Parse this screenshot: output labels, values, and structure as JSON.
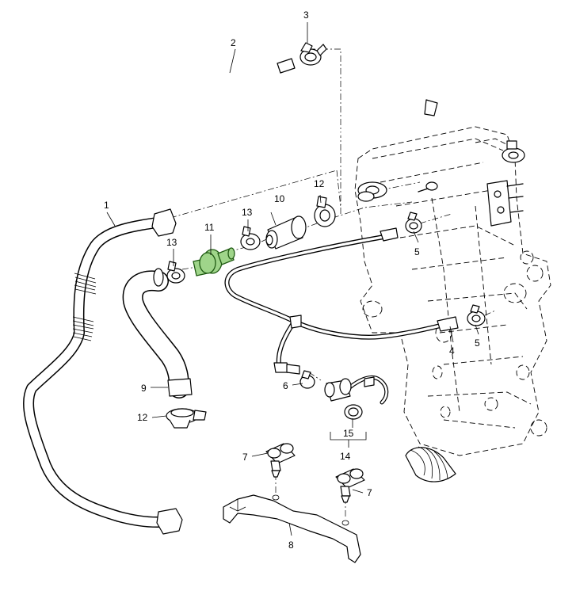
{
  "diagram": {
    "highlight_color": "#9fd58a",
    "line_color": "#000000",
    "background": "#ffffff"
  },
  "labels": {
    "p1": "1",
    "p2": "2",
    "p3": "3",
    "p4": "4",
    "p5a": "5",
    "p5b": "5",
    "p6": "6",
    "p7a": "7",
    "p7b": "7",
    "p8": "8",
    "p9": "9",
    "p10": "10",
    "p11": "11",
    "p12a": "12",
    "p12b": "12",
    "p13a": "13",
    "p13b": "13",
    "p14": "14",
    "p15": "15"
  }
}
